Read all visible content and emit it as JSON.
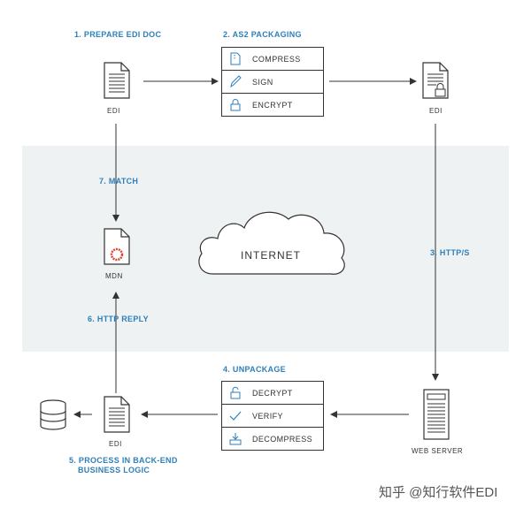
{
  "steps": {
    "s1": "1. PREPARE EDI DOC",
    "s2": "2. AS2 PACKAGING",
    "s3": "3. HTTP/S",
    "s4": "4. UNPACKAGE",
    "s5_line1": "5. PROCESS IN BACK-END",
    "s5_line2": "BUSINESS LOGIC",
    "s6": "6. HTTP REPLY",
    "s7": "7. MATCH"
  },
  "captions": {
    "edi_top_left": "EDI",
    "edi_top_right": "EDI",
    "mdn": "MDN",
    "edi_bottom": "EDI",
    "web_server": "WEB SERVER"
  },
  "packaging": [
    {
      "label": "COMPRESS",
      "icon": "compress-icon"
    },
    {
      "label": "SIGN",
      "icon": "pen-icon"
    },
    {
      "label": "ENCRYPT",
      "icon": "lock-icon"
    }
  ],
  "unpackage": [
    {
      "label": "DECRYPT",
      "icon": "unlock-icon"
    },
    {
      "label": "VERIFY",
      "icon": "check-icon"
    },
    {
      "label": "DECOMPRESS",
      "icon": "tray-icon"
    }
  ],
  "cloud_label": "INTERNET",
  "watermark": "知乎 @知行软件EDI",
  "colors": {
    "accent": "#2f7fb8",
    "band": "#eef2f3",
    "mdn_seal": "#d9453b"
  }
}
